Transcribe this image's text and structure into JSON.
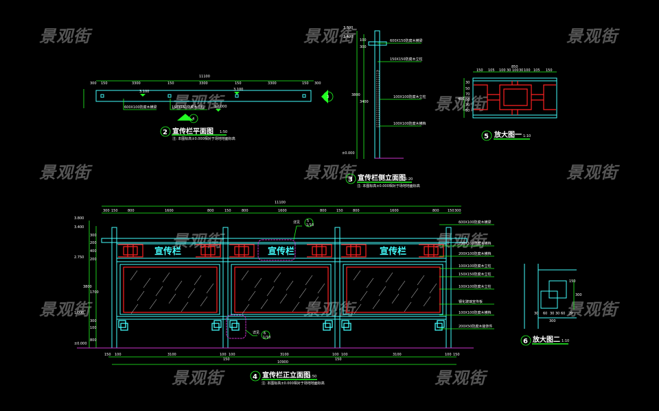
{
  "watermark": "景观街",
  "plan": {
    "number": "2",
    "title": "宣传栏平面图",
    "scale": "1:50",
    "note": "注: 本图标高±0.000相对于场地地面标高",
    "total": "11100",
    "dims": [
      "300",
      "150",
      "3300",
      "150",
      "3300",
      "150",
      "3300",
      "150",
      "300"
    ],
    "levels": [
      "3.100",
      "3.100",
      "±0.000"
    ],
    "labels": [
      "600X100防腐木横梁",
      "150X150防腐木立柱"
    ],
    "section_marks": [
      "3",
      "4"
    ]
  },
  "side": {
    "number": "3",
    "title": "宣传栏侧立面图",
    "scale": "1:20",
    "note": "注: 本图标高±0.000相对于场地地面标高",
    "levels": [
      "3.800",
      "3.400",
      "±0.000"
    ],
    "dims": [
      "100",
      "300",
      "3800",
      "3400"
    ],
    "labels": [
      "600X150防腐木横梁",
      "150X150防腐木立柱",
      "100X100防腐木立柱",
      "100X100防腐木横档"
    ]
  },
  "front": {
    "number": "4",
    "title": "宣传栏正立面图",
    "scale": "1:50",
    "note": "注: 本图标高±0.000相对于场地地面标高",
    "total_top": "11100",
    "top_dims": [
      "300",
      "150",
      "800",
      "1600",
      "800",
      "150",
      "800",
      "1600",
      "800",
      "150",
      "800",
      "1600",
      "800",
      "150",
      "300"
    ],
    "bottom_dims": [
      "150",
      "100",
      "3100",
      "100",
      "100",
      "3100",
      "100",
      "100",
      "3100",
      "100",
      "150"
    ],
    "bottom_sub": [
      "150",
      "150"
    ],
    "total_bottom": "10900",
    "levels": [
      "3.800",
      "3.400",
      "2.750",
      "1.000",
      "±0.000"
    ],
    "left_dims": [
      "300",
      "200",
      "400",
      "200",
      "3800",
      "1700",
      "300",
      "100",
      "800"
    ],
    "board_text": "宣传栏",
    "callouts": [
      {
        "label": "详见",
        "num": "5",
        "sheet": "1/10"
      },
      {
        "label": "详见",
        "num": "6",
        "sheet": "1/10"
      }
    ],
    "labels": [
      "600X100防腐木横梁",
      "200X100防腐木横档",
      "200X100防腐木横档",
      "100X100防腐木立柱",
      "150X150防腐木立柱",
      "100X100防腐木立柱",
      "钢化玻璃宣传板",
      "100X100防腐木横档",
      "200X50防腐木装饰件"
    ]
  },
  "detail1": {
    "number": "5",
    "title": "放大图一",
    "scale": "1:10",
    "total": "850",
    "dims": [
      "150",
      "105",
      "100",
      "30",
      "100",
      "30",
      "100",
      "105",
      "150"
    ],
    "left_total": "400",
    "left_dims": [
      "30",
      "50",
      "70",
      "50",
      "70",
      "50",
      "50",
      "30"
    ]
  },
  "detail2": {
    "number": "6",
    "title": "放大图二",
    "scale": "1:10",
    "dims": [
      "30",
      "60",
      "30",
      "30",
      "60",
      "20"
    ],
    "top": "150",
    "bottom": "300",
    "right": "300"
  }
}
